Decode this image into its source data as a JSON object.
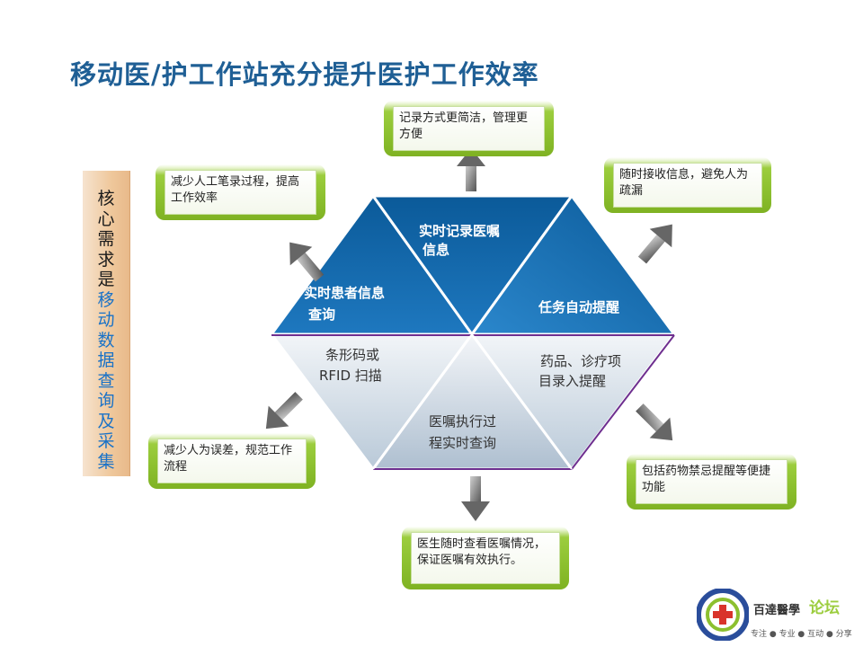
{
  "title": "移动医/护工作站充分提升医护工作效率",
  "side_label": {
    "part1": [
      "核",
      "心",
      "需",
      "求",
      "是"
    ],
    "part2": [
      "移",
      "动",
      "数",
      "据",
      "查",
      "询",
      "及",
      "采",
      "集"
    ]
  },
  "hexagon": {
    "top": [
      "实时记录医嘱",
      "信息"
    ],
    "upper_left": [
      "实时患者信息",
      "查询"
    ],
    "upper_right": [
      "任务自动提醒"
    ],
    "lower_left": [
      "条形码或",
      "RFID 扫描"
    ],
    "lower_right": [
      "药品、诊疗项",
      "目录入提醒"
    ],
    "bottom": [
      "医嘱执行过",
      "程实时查询"
    ]
  },
  "boxes": {
    "top": "记录方式更简洁，管理更方便",
    "top_left": "减少人工笔录过程，提高工作效率",
    "top_right": "随时接收信息，避免人为疏漏",
    "bottom_left": "减少人为误差，规范工作流程",
    "bottom_right": "包括药物禁忌提醒等便捷功能",
    "bottom": "医生随时查看医嘱情况，保证医嘱有效执行。"
  },
  "logo": {
    "name": "百達醫學",
    "forum": "论坛",
    "tagline": "专注 ● 专业 ● 互动 ● 分享"
  },
  "colors": {
    "blue_dark": "#0a4f86",
    "blue_light": "#2f86c8",
    "grey_light": "#dfe6ee",
    "purple": "#6e2f8f",
    "green": "#8cc02f"
  }
}
